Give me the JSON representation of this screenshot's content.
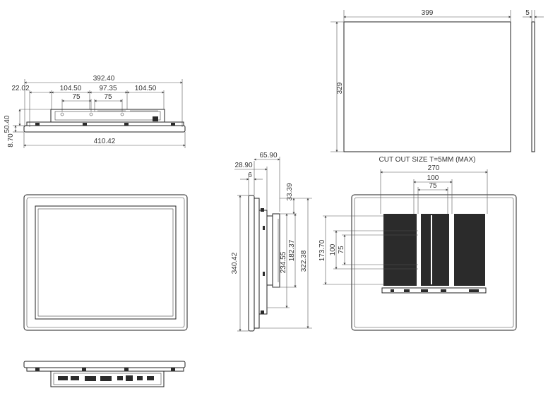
{
  "top_view": {
    "overall_rear": "392.40",
    "offset_left": "22.02",
    "span_a": "104.50",
    "span_b": "97.35",
    "span_c": "104.50",
    "vesa_a": "75",
    "vesa_b": "75",
    "depth": "50.40",
    "bezel": "8.70",
    "overall_front": "410.42"
  },
  "cutout": {
    "width": "399",
    "height": "329",
    "thickness": "5",
    "note": "CUT OUT SIZE T=5MM (MAX)"
  },
  "side_view": {
    "total_depth": "65.90",
    "front_depth": "28.90",
    "bezel_depth": "6",
    "top_offset": "33.39",
    "height_a": "234.55",
    "height_b": "182.37",
    "height_c": "322.38",
    "overall_height": "340.42"
  },
  "rear_view": {
    "mount_width": "270",
    "vesa_w1": "100",
    "vesa_w2": "75",
    "mount_height": "173.70",
    "vesa_h1": "100",
    "vesa_h2": "75"
  }
}
